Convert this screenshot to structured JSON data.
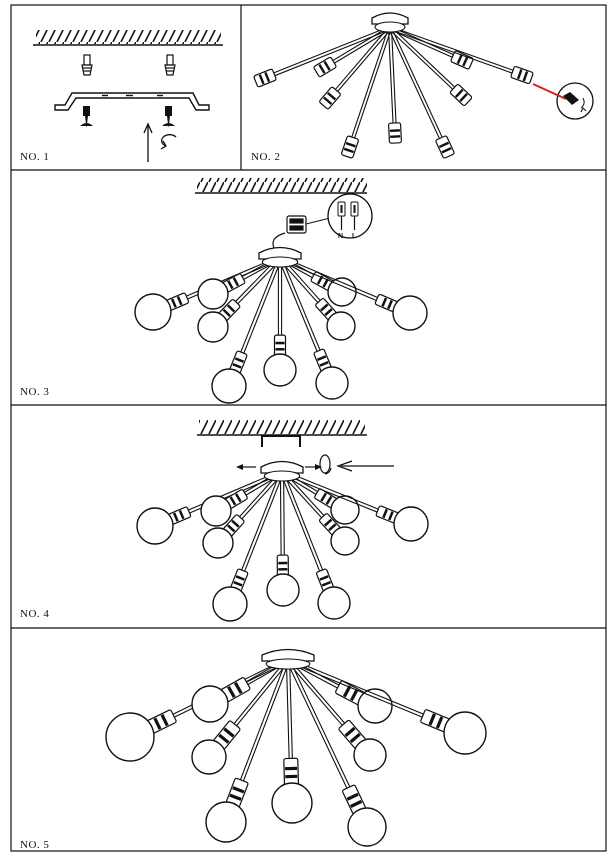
{
  "steps": [
    {
      "label": "NO. 1"
    },
    {
      "label": "NO. 2"
    },
    {
      "label": "NO. 3",
      "wire_neutral": "N",
      "wire_live": "L"
    },
    {
      "label": "NO. 4"
    },
    {
      "label": "NO. 5"
    }
  ],
  "colors": {
    "line": "#111111",
    "accent": "#d62020",
    "background": "#ffffff"
  }
}
